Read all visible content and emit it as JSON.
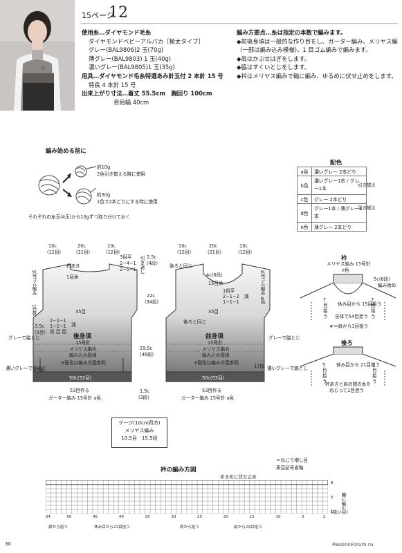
{
  "header": {
    "page_label": "15ページ",
    "page_number": "12"
  },
  "materials": [
    {
      "text": "使用糸…ダイヤモンド毛糸",
      "bold": true
    },
    {
      "text": "ダイヤモンドベビーアルパカ［極太タイプ］"
    },
    {
      "text": "グレー(BAL9806)2 玉(70g)"
    },
    {
      "text": "薄グレー(BAL9803) 1 玉(40g)"
    },
    {
      "text": "濃いグレー(BAL9805)1 玉(35g)"
    },
    {
      "text": "用具…ダイヤモンド毛糸特選あみ針玉付 2 本針 15 号",
      "bold": true
    },
    {
      "text": "特長 4 本針 15 号"
    },
    {
      "text": "出来上がり寸法…着丈 55.5cm　胸回り 100cm",
      "bold": true
    },
    {
      "text": "背肩幅 40cm"
    }
  ],
  "points": [
    {
      "text": "編み方要点…糸は指定の本数で編みます。",
      "bold": true
    },
    {
      "text": "◆前後身頃は一般的な作り目をし、ガーター編み、メリヤス編"
    },
    {
      "text": "（一部は編み込み模様)、1 目ゴム編みで編みます。"
    },
    {
      "text": "◆肩はかぶせはぎをします。"
    },
    {
      "text": "◆脇はすくいとじをします。"
    },
    {
      "text": "◆衿はメリヤス編みで輪に編み、ゆるめに伏せ止めをします。"
    }
  ],
  "before_knit": {
    "title": "編み始める前に",
    "ball1": "約10g",
    "ball1_note": "2色引き揃える時に使用",
    "ball2": "約30g",
    "ball2_note": "1色で2本どりにする時に使用",
    "note": "それぞれの糸玉(4玉)から10gずつ取り分けておく"
  },
  "color_table": {
    "title": "配色",
    "rows": [
      {
        "label": "a色",
        "value": "濃いグレー 2本どり",
        "note": ""
      },
      {
        "label": "b色",
        "value": "濃いグレー1本 / グレー1本",
        "note": "引き揃え"
      },
      {
        "label": "c色",
        "value": "グレー 2本どり",
        "note": ""
      },
      {
        "label": "d色",
        "value": "グレー1本 / 薄グレー1本",
        "note": "引き揃え"
      },
      {
        "label": "e色",
        "value": "薄グレー 2本どり",
        "note": ""
      }
    ]
  },
  "back": {
    "title": "後身頃",
    "needle": "15号針",
    "stitch": "メリヤス編み",
    "pattern": "編み込み模様",
    "color_note": "※配色は編み方図参照",
    "top_dims": [
      "10c",
      "(12目)",
      "20c",
      "(21目)",
      "10c",
      "(12目)"
    ],
    "neck": "衿あき",
    "rib_top": "1目休",
    "rib_left": "1目ゴム編み",
    "rows_35": "35目",
    "armhole_dec": [
      "2−1−1",
      "1−1−1",
      "段 目 回"
    ],
    "armhole_c": "3.5c",
    "armhole_rows": "(5目)",
    "dec_label": "減",
    "shoulder": [
      "3目平",
      "2−4−1",
      "2−5−1"
    ],
    "shoulder_label": "引き返し",
    "shoulder_h": "2.5c",
    "shoulder_rows": "(4段)",
    "yoke_h": "22c",
    "yoke_rows": "(34段)",
    "body_h": "29.5c",
    "body_rows": "(46段)",
    "bottom_w": "50c(53目)",
    "cast_on": "53目作る",
    "garter": "ガーター編み 15号針 a色",
    "garter_h": "1.5c",
    "garter_rows": "(3段)",
    "side_left": "グレーで脇とじ",
    "side_left2": "濃いグレーで脇とじ",
    "row_label": "17段",
    "rib_color": "1目ゴム編み a色",
    "rib_side": "1目休"
  },
  "front": {
    "title": "前身頃",
    "needle": "15号針",
    "stitch": "メリヤス編み",
    "pattern": "編み込み模様",
    "color_note": "※配色は編み方図参照",
    "top_dims": [
      "10c",
      "(12目)",
      "20c",
      "(21目)",
      "10c",
      "(12目)"
    ],
    "back_same": "後ろと同じ",
    "neck_h": "4c(6段)",
    "neck_rest": "15目休",
    "neck_dec": [
      "1段平",
      "2−1−2",
      "1−1−1"
    ],
    "neck_dec_label": "減",
    "rows_35": "35目",
    "same_as_back": "後ろと同じ",
    "bottom_w": "50c(53目)",
    "cast_on": "53目作る",
    "garter": "ガーター編み 15号針 a色",
    "side_left": "グレーで脇とじ",
    "side_left2": "濃いグレーで脇とじ",
    "row_label": "17段",
    "rib_left": "1目ゴム編み a色"
  },
  "collar": {
    "title": "衿",
    "stitch": "メリヤス編み 15号針",
    "color": "e色",
    "height": "5c(8段)",
    "start": "編み始め",
    "picked": "休み目から 15目拾う",
    "total": "全体で54目拾う",
    "pick_left": "7目拾う",
    "pick_right": "7目拾う",
    "star_note": "★＝肩から1目拾う"
  },
  "collar_back": {
    "title": "後ろ",
    "picked": "休み目から 21目拾う",
    "pick_left": "5目拾う",
    "pick_right": "5目拾う",
    "note1": "衿あきと肩の間の糸を",
    "note2": "ねじって1目拾う"
  },
  "gauge": {
    "title": "ゲージ(10cm四方)",
    "stitch": "メリヤス編み",
    "value": "10.5目　15.5段"
  },
  "chart": {
    "title": "衿の編み方図",
    "bind_off": "ゆるめに伏せ止め",
    "legend1": "＝ねじり増し目",
    "legend2": "表目記号省略",
    "side_label": "輪に編む",
    "pick_label": "(拾い目)",
    "x_labels": [
      "54",
      "50",
      "45",
      "40",
      "35",
      "30",
      "25",
      "20",
      "15",
      "10",
      "5",
      "1"
    ],
    "row_labels": [
      "8",
      "5",
      "1"
    ],
    "mid_labels": [
      "4",
      "30"
    ],
    "from_shoulder_left": "肩から拾う",
    "from_back": "休み目から21目拾う",
    "from_shoulder_mid": "肩から拾う",
    "from_front": "前から29目拾う"
  },
  "footer": {
    "page": "30",
    "site": "PassionForum.ru"
  }
}
